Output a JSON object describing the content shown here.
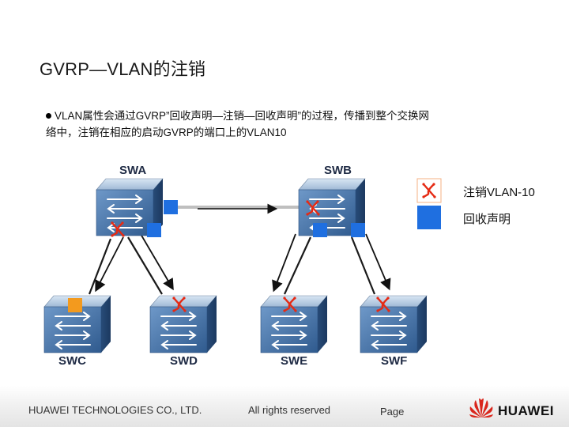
{
  "slide": {
    "title": "GVRP—VLAN的注销",
    "body_line1": "VLAN属性会通过GVRP”回收声明—注销—回收声明”的过程，传播到整个交换网",
    "body_line2": "络中，注销在相应的启动GVRP的端口上的VLAN10"
  },
  "switches": {
    "swa": "SWA",
    "swb": "SWB",
    "swc": "SWC",
    "swd": "SWD",
    "swe": "SWE",
    "swf": "SWF"
  },
  "legend": {
    "deregister": "注销VLAN-10",
    "withdraw": "回收声明"
  },
  "footer": {
    "company": "HUAWEI TECHNOLOGIES CO., LTD.",
    "rights": "All rights reserved",
    "page_label": "Page",
    "brand": "HUAWEI"
  },
  "colors": {
    "deregister_mark": "#e52a14",
    "withdraw_square": "#1f6fe0",
    "swc_port": "#f39a1e",
    "switch_face": "#3f6ea6",
    "brand_red": "#d9261c"
  }
}
